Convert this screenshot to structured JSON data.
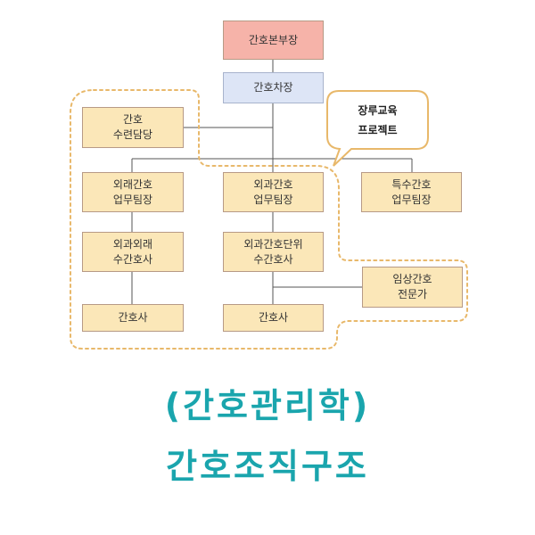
{
  "nodes": {
    "head": [
      "간호본부장"
    ],
    "vice": [
      "간호차장"
    ],
    "training": [
      "간호",
      "수련담당"
    ],
    "outpatient_manager": [
      "외래간호",
      "업무팀장"
    ],
    "surgical_manager": [
      "외과간호",
      "업무팀장"
    ],
    "special_manager": [
      "특수간호",
      "업무팀장"
    ],
    "outpatient_head_nurse": [
      "외과외래",
      "수간호사"
    ],
    "surgical_head_nurse": [
      "외과간호단위",
      "수간호사"
    ],
    "clinical_specialist": [
      "임상간호",
      "전문가"
    ],
    "outpatient_nurse": [
      "간호사"
    ],
    "surgical_nurse": [
      "간호사"
    ]
  },
  "callout": [
    "장루교육",
    "프로젝트"
  ],
  "titles": {
    "line1": "(간호관리학)",
    "line2": "간호조직구조"
  },
  "colors": {
    "head_fill": "#f6b3a9",
    "vice_fill": "#dde5f6",
    "node_fill": "#fbe7b8",
    "project_outline": "#e8b86a",
    "title_text": "#1aa5ad"
  }
}
